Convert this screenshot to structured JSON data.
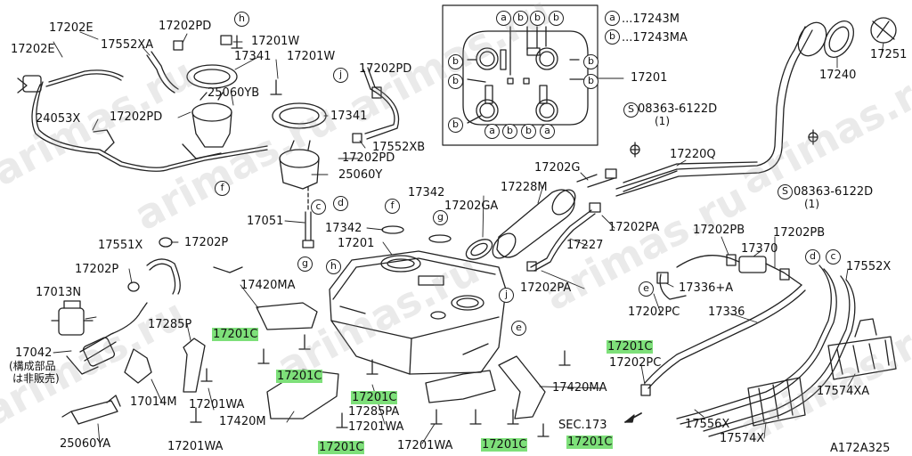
{
  "watermark": "arimas.ru",
  "colors": {
    "highlight": "#7ee07a",
    "line": "#222222",
    "background": "#ffffff"
  },
  "diagram_id": "A172A325",
  "labels": {
    "l17202e_a": "17202E",
    "l17202e_b": "17202E",
    "l17552xa": "17552XA",
    "l17202pd_a": "17202PD",
    "l17201w_a": "17201W",
    "l17341_a": "17341",
    "l17201w_b": "17201W",
    "l17202pd_b": "17202PD",
    "l24053x": "24053X",
    "l17202pd_c": "17202PD",
    "l25060yb": "25060YB",
    "l17341_b": "17341",
    "l17552xb": "17552XB",
    "l17202pd_d": "17202PD",
    "l25060y": "25060Y",
    "l17051": "17051",
    "l17551x": "17551X",
    "l17202p_a": "17202P",
    "l17202p_b": "17202P",
    "l17013n": "17013N",
    "l17420ma_a": "17420MA",
    "l17285p": "17285P",
    "l17042": "17042",
    "l_kousei": "(構成部品",
    "l_hihanbai": "は非販売)",
    "l17014m": "17014M",
    "l17201wa_a": "17201WA",
    "l17420m": "17420M",
    "l25060ya": "25060YA",
    "l17201wa_b": "17201WA",
    "l17201c_1": "17201C",
    "l17201c_2": "17201C",
    "l17201c_3": "17201C",
    "l17201c_4": "17201C",
    "l17201c_5": "17201C",
    "l17201c_6": "17201C",
    "l17201c_7": "17201C",
    "l17285pa": "17285PA",
    "l17201wa_c": "17201WA",
    "l17201wa_d": "17201WA",
    "l17342_a": "17342",
    "l17342_b": "17342",
    "l17201_a": "17201",
    "l17202ga": "17202GA",
    "l17228m": "17228M",
    "l17202g": "17202G",
    "l17202pa_a": "17202PA",
    "l17227": "17227",
    "l17202pa_b": "17202PA",
    "l17420ma_b": "17420MA",
    "l17243m": "...17243M",
    "l17243ma": "...17243MA",
    "l17201_b": "17201",
    "l17240": "17240",
    "l17251": "17251",
    "l08363_a": "08363-6122D",
    "l08363_a_qty": "(1)",
    "l17220q": "17220Q",
    "l08363_b": "08363-6122D",
    "l08363_b_qty": "(1)",
    "l17202pb_a": "17202PB",
    "l17202pb_b": "17202PB",
    "l17370": "17370",
    "l17552x": "17552X",
    "l17336a": "17336+A",
    "l17202pc_a": "17202PC",
    "l17336": "17336",
    "l17202pc_b": "17202PC",
    "l17574xa": "17574XA",
    "l17556x": "17556X",
    "l17574x": "17574X",
    "l_sec173": "SEC.173",
    "l_a172a325": "A172A325"
  },
  "callouts": {
    "a": "a",
    "b": "b",
    "c": "c",
    "d": "d",
    "e": "e",
    "f": "f",
    "g": "g",
    "h": "h",
    "j": "j",
    "s": "S"
  }
}
